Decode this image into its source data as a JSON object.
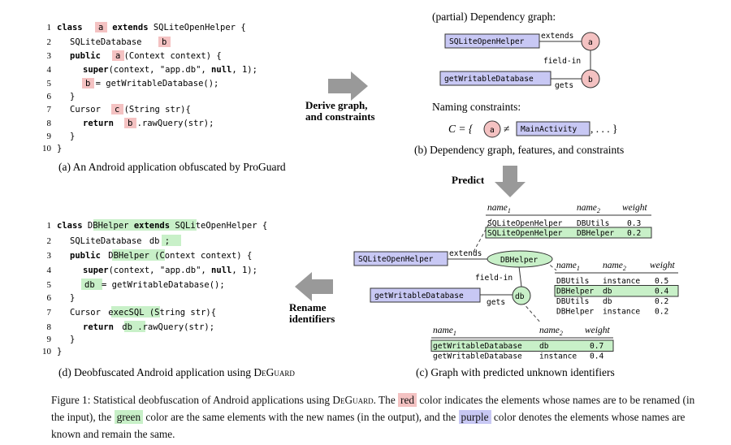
{
  "colors": {
    "red": "#f4c2c2",
    "green": "#c8f0c8",
    "purple": "#c8c8f4",
    "arrow": "#999999"
  },
  "panel_a": {
    "caption": "(a) An Android application obfuscated by ProGuard",
    "line_numbers": [
      "1",
      "2",
      "3",
      "4",
      "5",
      "6",
      "7",
      "8",
      "9",
      "10"
    ]
  },
  "panel_d": {
    "caption_pre": "(d) Deobfuscated Android application using ",
    "caption_tool": "DeGuard"
  },
  "panel_b": {
    "title": "(partial) Dependency graph:",
    "caption": "(b) Dependency graph, features, and constraints",
    "naming_label": "Naming constraints:",
    "constraint_prefix": "C = {",
    "constraint_neq": "≠",
    "constraint_suffix": ", . . . }"
  },
  "panel_c": {
    "caption": "(c) Graph with predicted unknown identifiers",
    "table_header": {
      "name1": "name",
      "name2": "name",
      "sub1": "1",
      "sub2": "2",
      "weight": "weight"
    }
  },
  "nodes": {
    "a": "a",
    "b": "b",
    "db": "db",
    "dbhelper": "DBHelper",
    "sqlite_helper": "SQLiteOpenHelper",
    "get_writable": "getWritableDatabase",
    "main_activity": "MainActivity"
  },
  "edges": {
    "extends": "extends",
    "field_in": "field-in",
    "gets": "gets"
  },
  "arrows": {
    "derive": "Derive graph,",
    "derive2": "and constraints",
    "predict": "Predict",
    "rename": "Rename",
    "rename2": "identifiers"
  },
  "tables": {
    "top": [
      {
        "name1": "SQLiteOpenHelper",
        "name2": "DBUtils",
        "weight": "0.3",
        "selected": false
      },
      {
        "name1": "SQLiteOpenHelper",
        "name2": "DBHelper",
        "weight": "0.2",
        "selected": true
      }
    ],
    "right": [
      {
        "name1": "DBUtils",
        "name2": "instance",
        "weight": "0.5",
        "selected": false
      },
      {
        "name1": "DBHelper",
        "name2": "db",
        "weight": "0.4",
        "selected": true
      },
      {
        "name1": "DBUtils",
        "name2": "db",
        "weight": "0.2",
        "selected": false
      },
      {
        "name1": "DBHelper",
        "name2": "instance",
        "weight": "0.2",
        "selected": false
      }
    ],
    "bottom": [
      {
        "name1": "getWritableDatabase",
        "name2": "db",
        "weight": "0.7",
        "selected": true
      },
      {
        "name1": "getWritableDatabase",
        "name2": "instance",
        "weight": "0.4",
        "selected": false
      }
    ]
  },
  "figure": {
    "label": "Figure 1: Statistical deobfuscation of Android applications using ",
    "tool": "DeGuard",
    "t1": ". The ",
    "red": "red",
    "t2": " color indicates the elements whose names are to be renamed (in the input), the ",
    "green": "green",
    "t3": " color are the same elements with the new names (in the output), and the ",
    "purple": "purple",
    "t4": " color denotes the elements whose names are known and remain the same."
  }
}
